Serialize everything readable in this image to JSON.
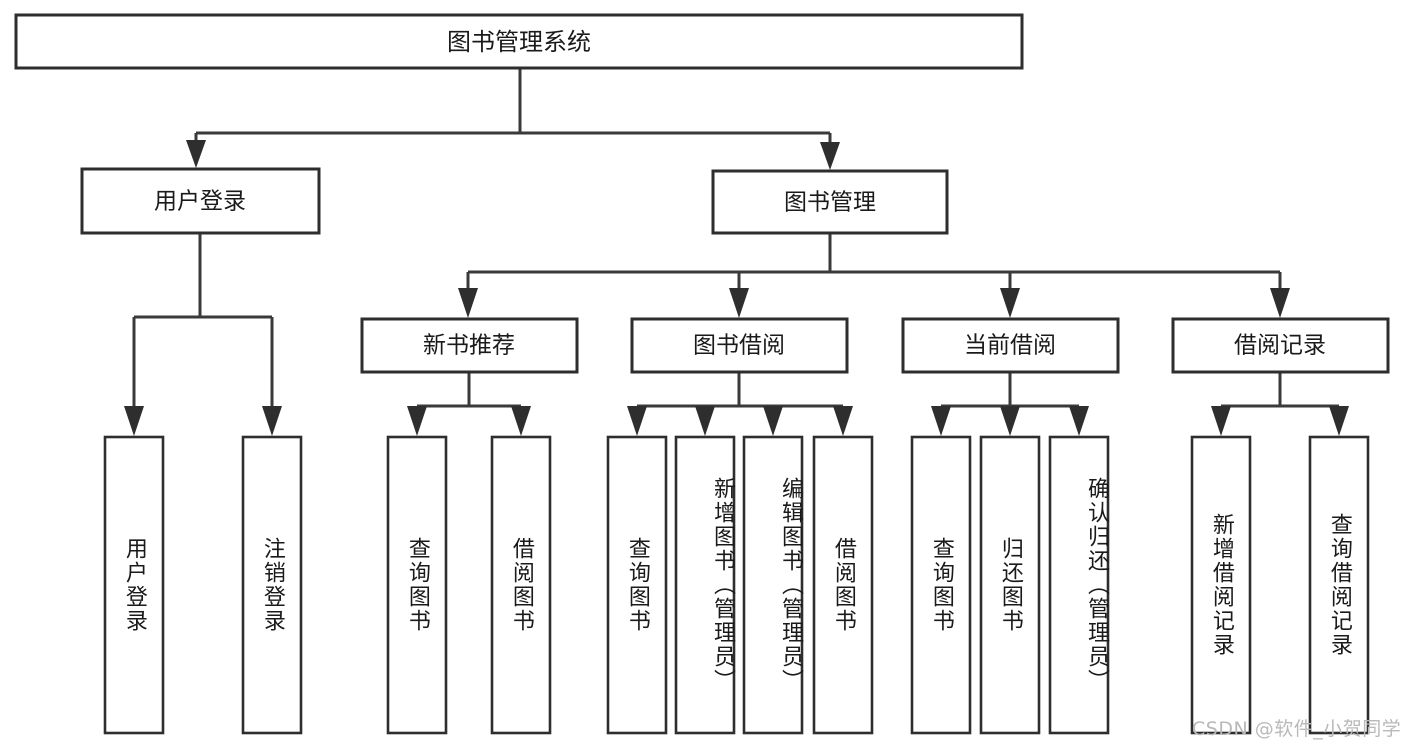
{
  "diagram": {
    "type": "tree-hierarchy",
    "orientation": "top-down",
    "background_color": "#ffffff",
    "line_color": "#2e2e2e",
    "box_fill_color": "#ffffff",
    "text_color": "#1a1a1a",
    "root": {
      "label": "图书管理系统"
    },
    "level2": [
      {
        "label": "用户登录"
      },
      {
        "label": "图书管理"
      }
    ],
    "level3": [
      {
        "label": "新书推荐"
      },
      {
        "label": "图书借阅"
      },
      {
        "label": "当前借阅"
      },
      {
        "label": "借阅记录"
      }
    ],
    "leaves": {
      "user_login": [
        {
          "label": "用户登录"
        },
        {
          "label": "注销登录"
        }
      ],
      "new_book_recommend": [
        {
          "label": "查询图书"
        },
        {
          "label": "借阅图书"
        }
      ],
      "book_borrow": [
        {
          "label": "查询图书"
        },
        {
          "label": "新增图书（管理员）"
        },
        {
          "label": "编辑图书（管理员）"
        },
        {
          "label": "借阅图书"
        }
      ],
      "current_borrow": [
        {
          "label": "查询图书"
        },
        {
          "label": "归还图书"
        },
        {
          "label": "确认归还（管理员）"
        }
      ],
      "borrow_record": [
        {
          "label": "新增借阅记录"
        },
        {
          "label": "查询借阅记录"
        }
      ]
    }
  },
  "watermark": {
    "text": "CSDN @软件_小贺同学"
  }
}
